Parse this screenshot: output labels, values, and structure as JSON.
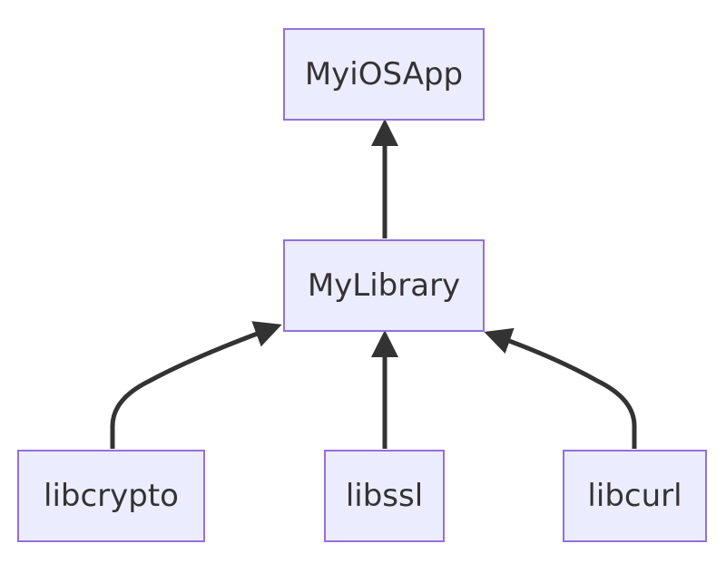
{
  "colors": {
    "node_fill": "#ececff",
    "node_border": "#9370db",
    "edge": "#333333",
    "text": "#333333"
  },
  "nodes": {
    "app": {
      "label": "MyiOSApp"
    },
    "library": {
      "label": "MyLibrary"
    },
    "libcrypto": {
      "label": "libcrypto"
    },
    "libssl": {
      "label": "libssl"
    },
    "libcurl": {
      "label": "libcurl"
    }
  },
  "edges": [
    {
      "from": "libcrypto",
      "to": "library"
    },
    {
      "from": "libssl",
      "to": "library"
    },
    {
      "from": "libcurl",
      "to": "library"
    },
    {
      "from": "library",
      "to": "app"
    }
  ]
}
